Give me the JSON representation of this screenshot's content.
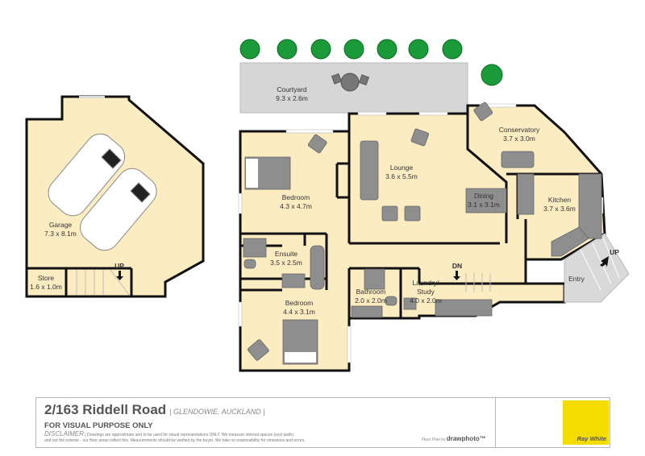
{
  "plan": {
    "rooms": [
      {
        "id": "courtyard",
        "name": "Courtyard",
        "size": "9.3 x 2.6m"
      },
      {
        "id": "garage",
        "name": "Garage",
        "size": "7.3 x 8.1m"
      },
      {
        "id": "store",
        "name": "Store",
        "size": "1.6 x 1.0m"
      },
      {
        "id": "bedroom1",
        "name": "Bedroom",
        "size": "4.3 x 4.7m"
      },
      {
        "id": "lounge",
        "name": "Lounge",
        "size": "3.6 x 5.5m"
      },
      {
        "id": "conservatory",
        "name": "Conservatory",
        "size": "3.7 x 3.0m"
      },
      {
        "id": "dining",
        "name": "Dining",
        "size": "3.1 x 3.1m"
      },
      {
        "id": "kitchen",
        "name": "Kitchen",
        "size": "3.7 x 3.6m"
      },
      {
        "id": "ensuite",
        "name": "Ensuite",
        "size": "3.5 x 2.5m"
      },
      {
        "id": "bathroom",
        "name": "Bathroom",
        "size": "2.0 x 2.0m"
      },
      {
        "id": "laundry",
        "name": "Laundry/",
        "name2": "Study",
        "size": "4.0 x 2.0m"
      },
      {
        "id": "bedroom2",
        "name": "Bedroom",
        "size": "4.4 x 3.1m"
      },
      {
        "id": "entry",
        "name": "Entry"
      }
    ],
    "stairs": {
      "garage_up": "UP",
      "entry_up": "UP",
      "hall_down": "DN"
    },
    "colors": {
      "floor": "#fcecc2",
      "courtyard": "#d6d6d6",
      "wall": "#111111",
      "furniture": "#8e8e8e",
      "tree": "#1b9a3a",
      "entry": "#d9d9d9"
    }
  },
  "footer": {
    "address": "2/163 Riddell Road",
    "suburb": "| GLENDOWIE, AUCKLAND |",
    "visual_note": "FOR VISUAL PURPOSE ONLY",
    "disclaimer_heading": "DISCLAIMER",
    "disclaimer_line1": "| Drawings are approximate and to be used for visual representations ONLY. We measure internal spaces (excl walls)",
    "disclaimer_line2": "and not the exterior - our floor areas reflect this. Measurements should be verified by the buyer. We take no responsibility for omissions and errors.",
    "credit_prefix": "Floor Plan by",
    "credit_brand": "drawphoto™",
    "agency": "Ray White",
    "agency_color": "#f4dc00"
  }
}
